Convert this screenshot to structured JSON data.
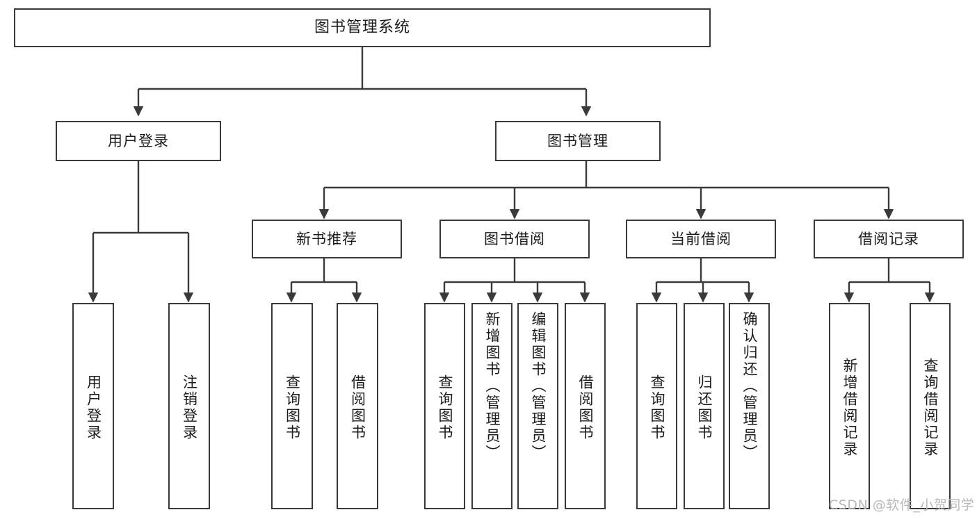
{
  "diagram": {
    "title": "图书管理系统",
    "type": "tree",
    "watermark": "CSDN @软件_小贺同学",
    "colors": {
      "box_border": "#3a3a3a",
      "box_fill": "#ffffff",
      "edge": "#3a3a3a",
      "text": "#1b1b1b",
      "watermark": "#b9b9b9"
    },
    "levels": {
      "root": "图书管理系统",
      "level2": [
        "用户登录",
        "图书管理"
      ],
      "level3": [
        "新书推荐",
        "图书借阅",
        "当前借阅",
        "借阅记录"
      ]
    },
    "nodes": {
      "root": {
        "label": "图书管理系统"
      },
      "user_login": {
        "label": "用户登录"
      },
      "book_manage": {
        "label": "图书管理"
      },
      "new_book_rec": {
        "label": "新书推荐"
      },
      "book_borrow": {
        "label": "图书借阅"
      },
      "current_borrow": {
        "label": "当前借阅"
      },
      "borrow_record": {
        "label": "借阅记录"
      },
      "leaf_user_login": {
        "label": "用户登录"
      },
      "leaf_logout": {
        "label": "注销登录"
      },
      "leaf_query_book_1": {
        "label": "查询图书"
      },
      "leaf_borrow_book_1": {
        "label": "借阅图书"
      },
      "leaf_query_book_2": {
        "label": "查询图书"
      },
      "leaf_add_book_admin": {
        "label": "新增图书（管理员）"
      },
      "leaf_edit_book_admin": {
        "label": "编辑图书（管理员）"
      },
      "leaf_borrow_book_2": {
        "label": "借阅图书"
      },
      "leaf_query_book_3": {
        "label": "查询图书"
      },
      "leaf_return_book": {
        "label": "归还图书"
      },
      "leaf_confirm_return_admin": {
        "label": "确认归还（管理员）"
      },
      "leaf_add_borrow_record": {
        "label": "新增借阅记录"
      },
      "leaf_query_borrow_record": {
        "label": "查询借阅记录"
      }
    },
    "edges": [
      {
        "from": "root",
        "to": "user_login"
      },
      {
        "from": "root",
        "to": "book_manage"
      },
      {
        "from": "user_login",
        "to": "leaf_user_login"
      },
      {
        "from": "user_login",
        "to": "leaf_logout"
      },
      {
        "from": "book_manage",
        "to": "new_book_rec"
      },
      {
        "from": "book_manage",
        "to": "book_borrow"
      },
      {
        "from": "book_manage",
        "to": "current_borrow"
      },
      {
        "from": "book_manage",
        "to": "borrow_record"
      },
      {
        "from": "new_book_rec",
        "to": "leaf_query_book_1"
      },
      {
        "from": "new_book_rec",
        "to": "leaf_borrow_book_1"
      },
      {
        "from": "book_borrow",
        "to": "leaf_query_book_2"
      },
      {
        "from": "book_borrow",
        "to": "leaf_add_book_admin"
      },
      {
        "from": "book_borrow",
        "to": "leaf_edit_book_admin"
      },
      {
        "from": "book_borrow",
        "to": "leaf_borrow_book_2"
      },
      {
        "from": "current_borrow",
        "to": "leaf_query_book_3"
      },
      {
        "from": "current_borrow",
        "to": "leaf_return_book"
      },
      {
        "from": "current_borrow",
        "to": "leaf_confirm_return_admin"
      },
      {
        "from": "borrow_record",
        "to": "leaf_add_borrow_record"
      },
      {
        "from": "borrow_record",
        "to": "leaf_query_borrow_record"
      }
    ]
  }
}
